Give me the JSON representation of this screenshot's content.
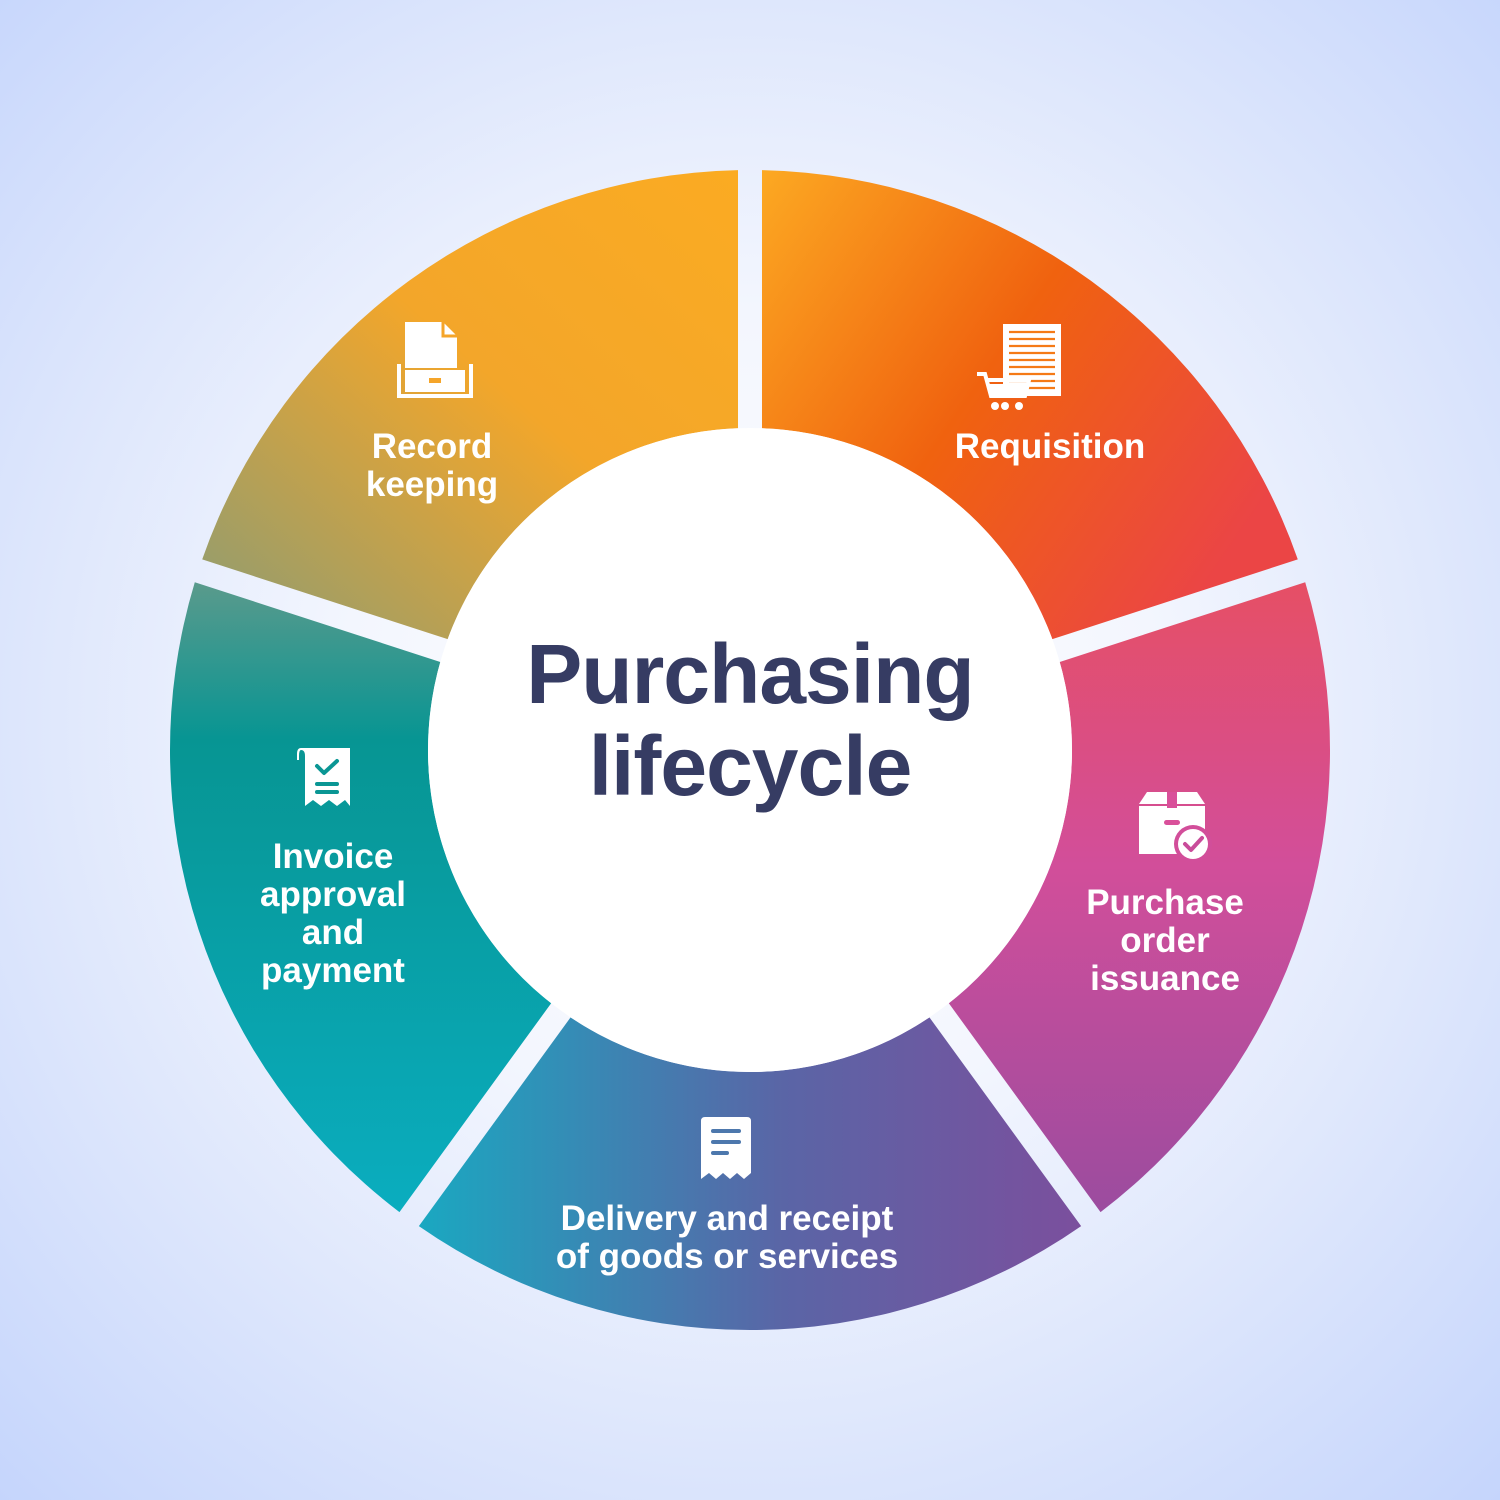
{
  "title": "Purchasing\nlifecycle",
  "colors": {
    "title": "#363c63",
    "background_center": "#ffffff",
    "background_edge": "#c5d5fc",
    "center_circle": "#ffffff"
  },
  "segments": [
    {
      "id": "requisition",
      "label": "Requisition",
      "icon": "shopping-cart-document-icon",
      "gradient": [
        "#fca922",
        "#f0620f",
        "#eb4545"
      ]
    },
    {
      "id": "purchase-order",
      "label": "Purchase\norder\nissuance",
      "icon": "box-check-icon",
      "gradient": [
        "#e64f65",
        "#d24e9a",
        "#9b4c9f"
      ]
    },
    {
      "id": "delivery",
      "label": "Delivery and receipt\nof goods or services",
      "icon": "receipt-icon",
      "gradient": [
        "#1aa8c1",
        "#5a65a6",
        "#7b4f9d"
      ]
    },
    {
      "id": "invoice",
      "label": "Invoice\napproval\nand\npayment",
      "icon": "invoice-check-icon",
      "gradient": [
        "#5a9a8c",
        "#079593",
        "#0aadbf"
      ]
    },
    {
      "id": "record-keeping",
      "label": "Record\nkeeping",
      "icon": "file-drawer-icon",
      "gradient": [
        "#fbab22",
        "#f3a62a",
        "#8b9c74"
      ]
    }
  ]
}
